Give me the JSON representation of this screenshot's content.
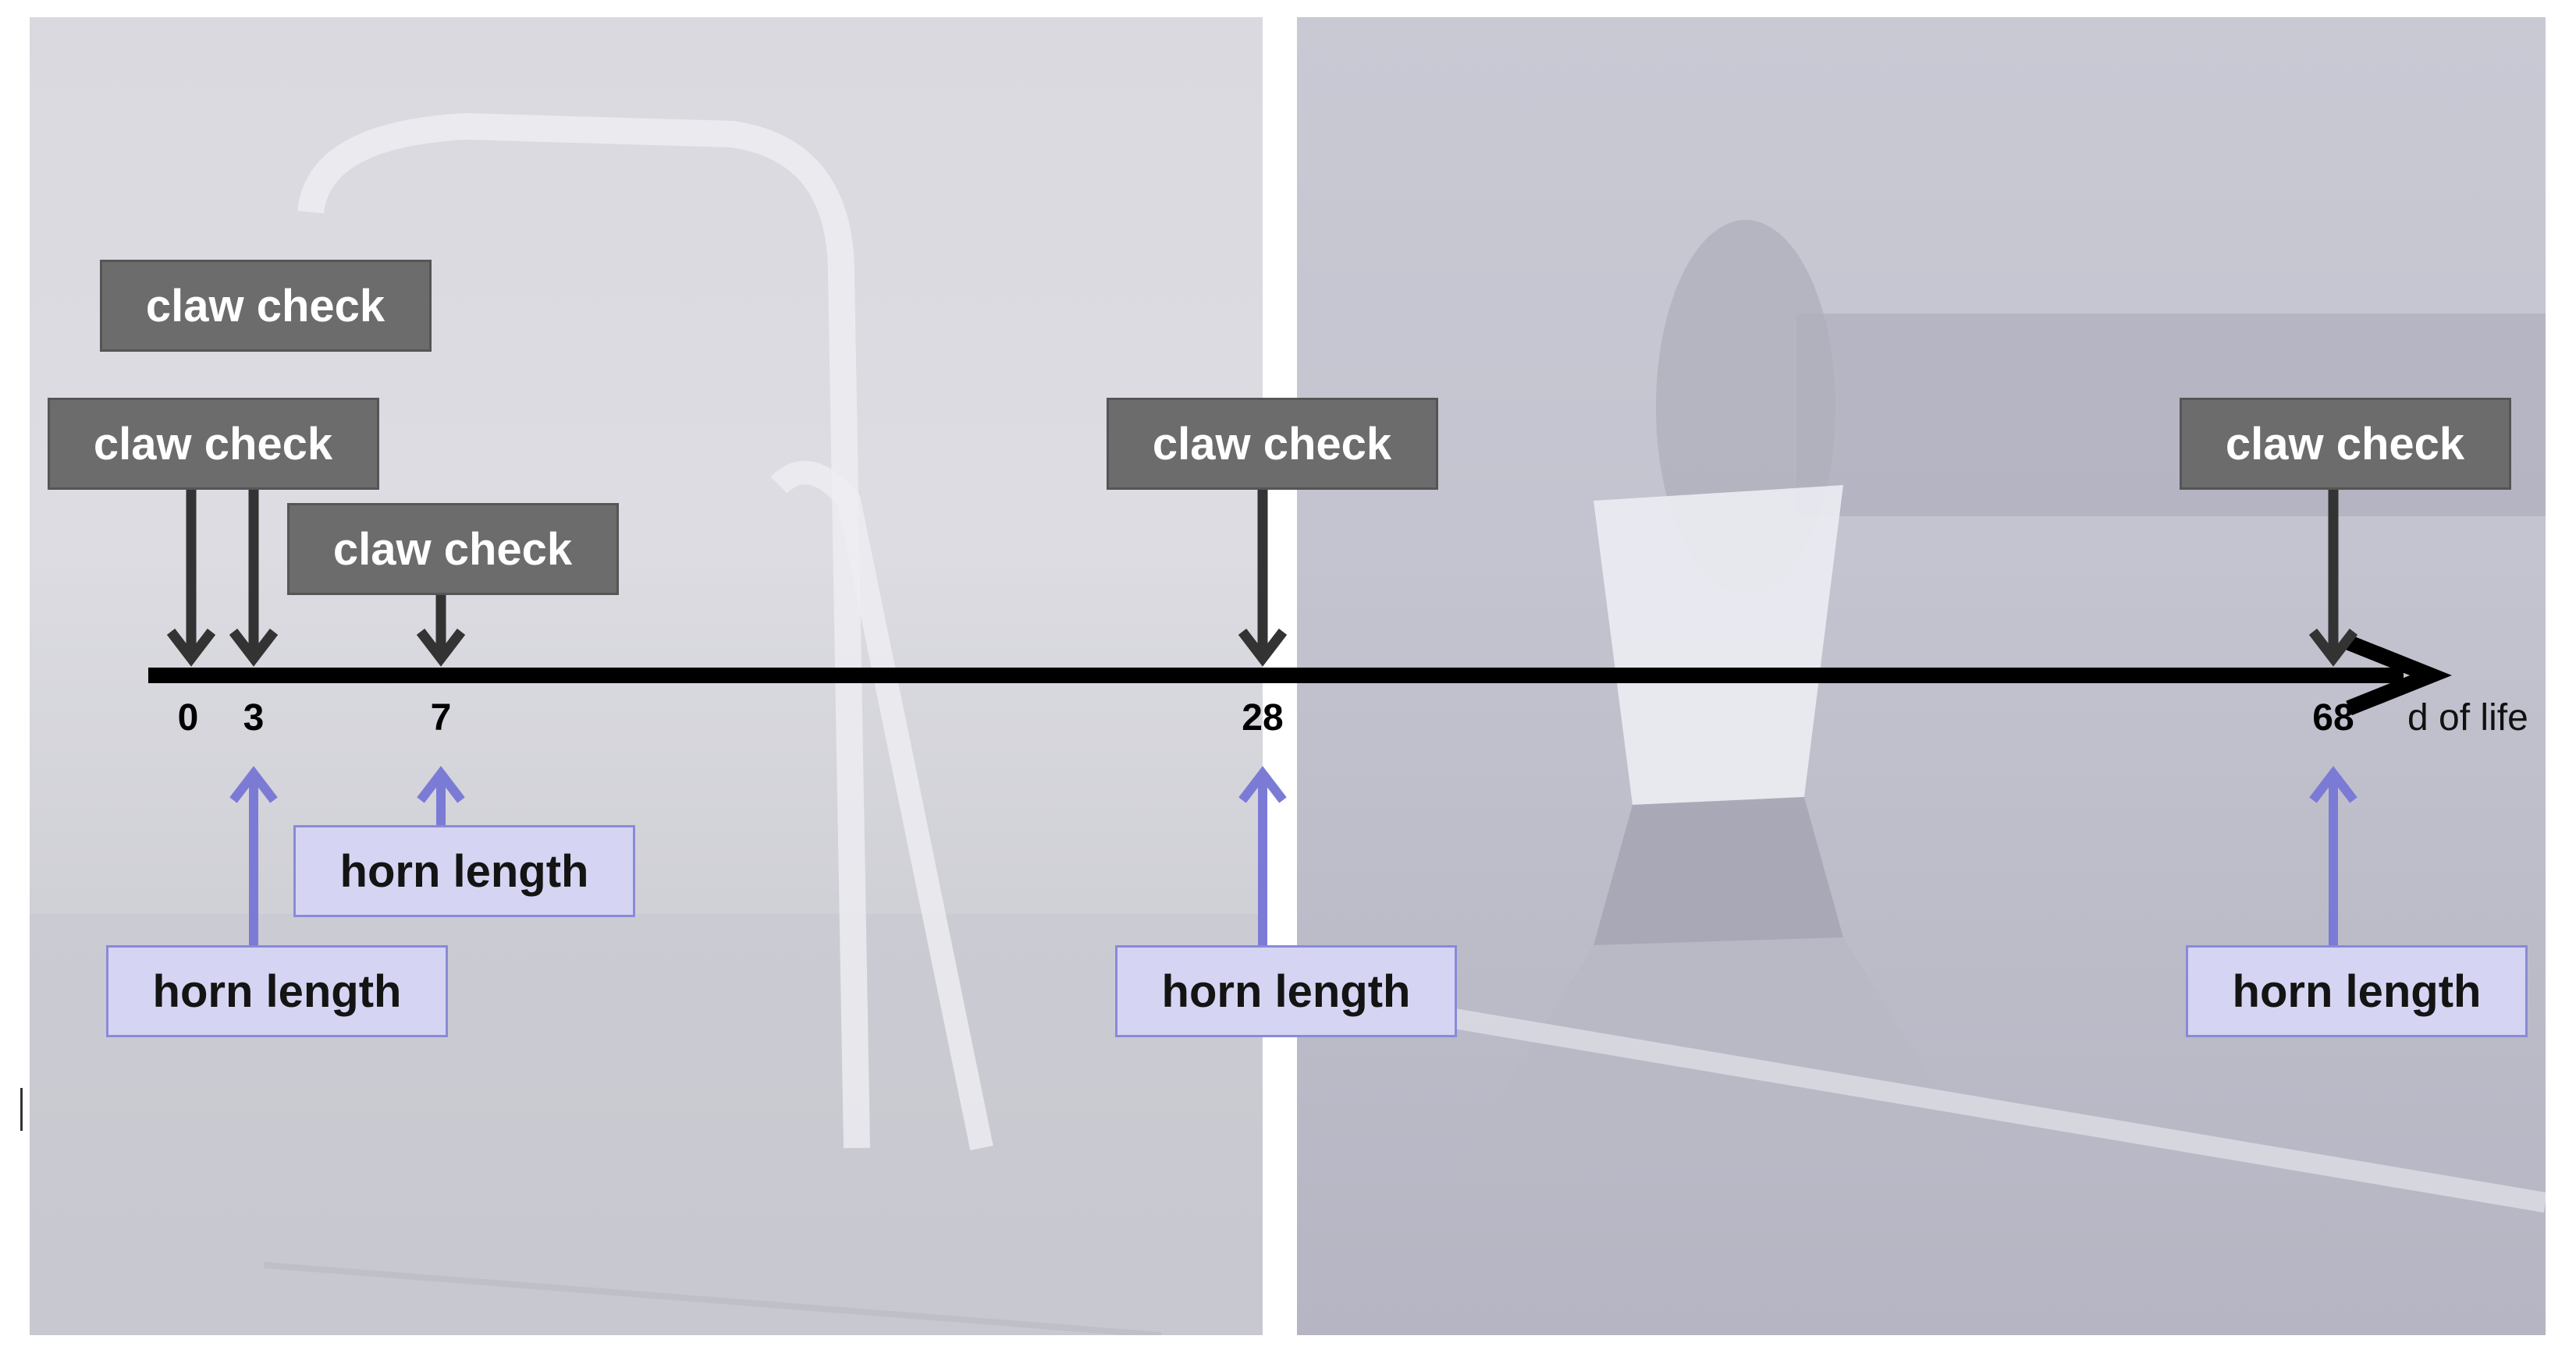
{
  "timeline": {
    "unit_label": "d of life",
    "days": [
      0,
      3,
      7,
      28,
      68
    ]
  },
  "labels": {
    "claw": "claw check",
    "horn": "horn length"
  },
  "claw_checks": [
    {
      "day": 0,
      "label": "claw check"
    },
    {
      "day": 3,
      "label": "claw check"
    },
    {
      "day": 7,
      "label": "claw check"
    },
    {
      "day": 28,
      "label": "claw check"
    },
    {
      "day": 68,
      "label": "claw check"
    }
  ],
  "horn_measurements": [
    {
      "day": 3,
      "label": "horn length"
    },
    {
      "day": 7,
      "label": "horn length"
    },
    {
      "day": 28,
      "label": "horn length"
    },
    {
      "day": 68,
      "label": "horn length"
    }
  ],
  "colors": {
    "claw_box": "#6c6c6c",
    "claw_text": "#ffffff",
    "claw_arrow": "#333333",
    "horn_box": "#d5d5f3",
    "horn_border": "#8a8ad8",
    "horn_arrow": "#7b7bd6",
    "axis": "#000000",
    "photo_left": "#d9d9df",
    "photo_right": "#c4c4d0"
  }
}
